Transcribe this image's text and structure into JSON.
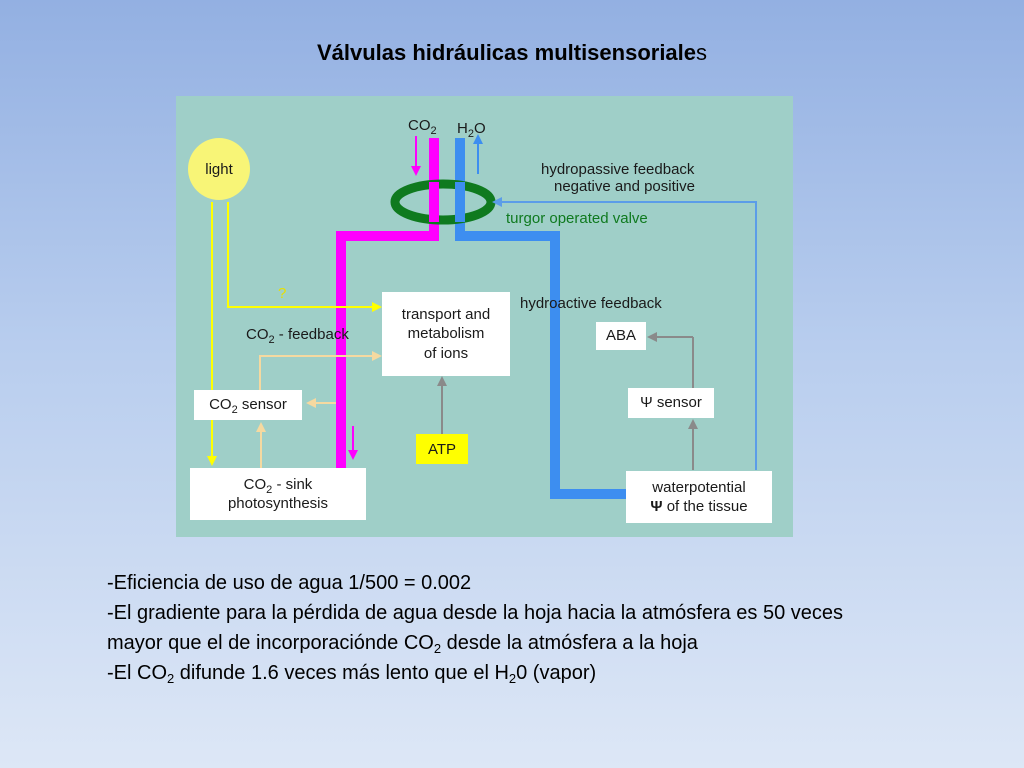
{
  "title": {
    "bold": "Válvulas hidráulicas multisensoriale",
    "tail": "s"
  },
  "diagram": {
    "co2_top": "CO",
    "co2_top_sub": "2",
    "h2o_pre": "H",
    "h2o_sub": "2",
    "h2o_post": "O",
    "light": "light",
    "hydropassive_line1": "hydropassive feedback",
    "hydropassive_line2": "negative and positive",
    "turgor_valve": "turgor operated valve",
    "question_mark": "?",
    "co2_feedback_pre": "CO",
    "co2_feedback_sub": "2",
    "co2_feedback_post": " - feedback",
    "transport_line1": "transport and",
    "transport_line2": "metabolism",
    "transport_line3": "of ions",
    "hydroactive": "hydroactive feedback",
    "aba": "ABA",
    "co2_sensor_pre": "CO",
    "co2_sensor_sub": "2",
    "co2_sensor_post": " sensor",
    "psi_sensor": "Ψ sensor",
    "atp": "ATP",
    "sink_line1_pre": "CO",
    "sink_line1_sub": "2",
    "sink_line1_post": " - sink",
    "sink_line2": "photosynthesis",
    "water_line1": "waterpotential",
    "water_psi": "Ψ",
    "water_line2_post": " of the tissue"
  },
  "colors": {
    "co2_path": "#ff00ff",
    "water_path": "#3d8ef0",
    "valve_ring": "#0f7a1f",
    "light_arrow": "#ffff00",
    "feedback_arrow": "#f5d9a0",
    "gray_arrow": "#8a8a8a",
    "hydropassive_arrow": "#5b9de8"
  },
  "notes": {
    "line1": "-Eficiencia de uso de agua 1/500 = 0.002",
    "line2": "-El gradiente para la pérdida de agua desde la hoja hacia la atmósfera es 50 veces",
    "line3_pre": "mayor que el de incorporaciónde CO",
    "line3_sub": "2",
    "line3_post": " desde la atmósfera a la hoja",
    "line4_pre": "-El CO",
    "line4_sub": "2",
    "line4_mid": " difunde 1.6 veces más lento que el H",
    "line4_sub2": "2",
    "line4_post": "0 (vapor)"
  }
}
